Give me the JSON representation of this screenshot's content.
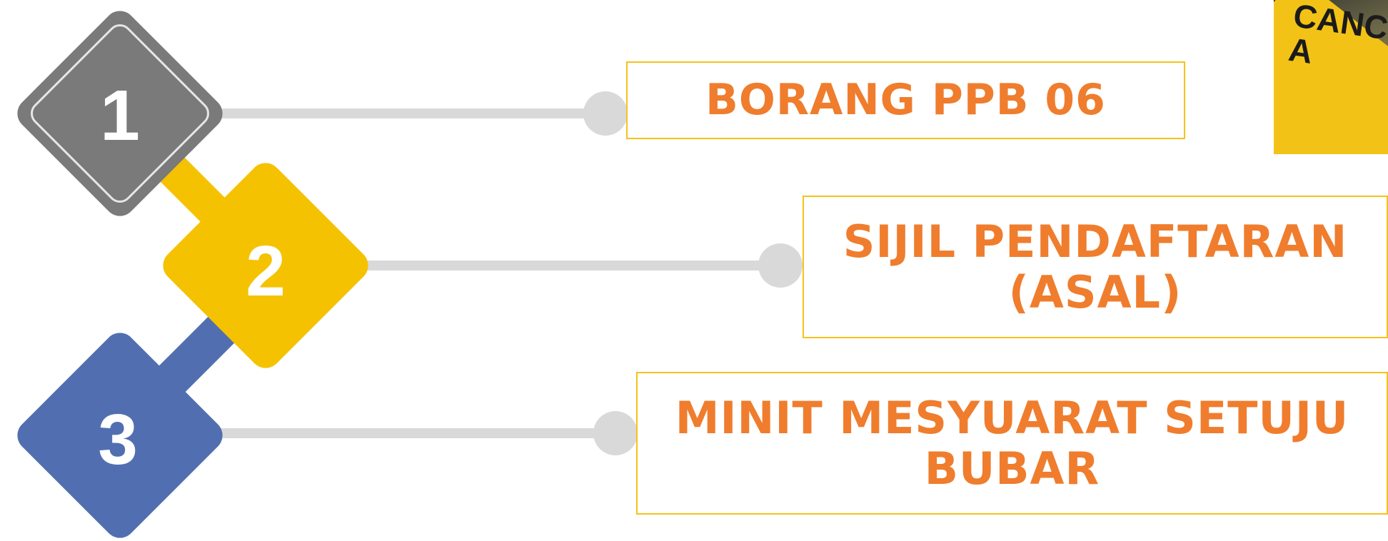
{
  "steps": [
    {
      "number": "1",
      "label": "BORANG PPB 06",
      "color": "#7a7a7a"
    },
    {
      "number": "2",
      "label": "SIJIL PENDAFTARAN (ASAL)",
      "color": "#f5c201"
    },
    {
      "number": "3",
      "label": "MINIT MESYUARAT SETUJU BUBAR",
      "color": "#516fb0"
    }
  ],
  "colors": {
    "connector": "#d9d9d9",
    "label_border": "#f5c21b",
    "label_text": "#ef7d2d"
  },
  "corner_image": {
    "visible_text": "CANC\nA"
  }
}
